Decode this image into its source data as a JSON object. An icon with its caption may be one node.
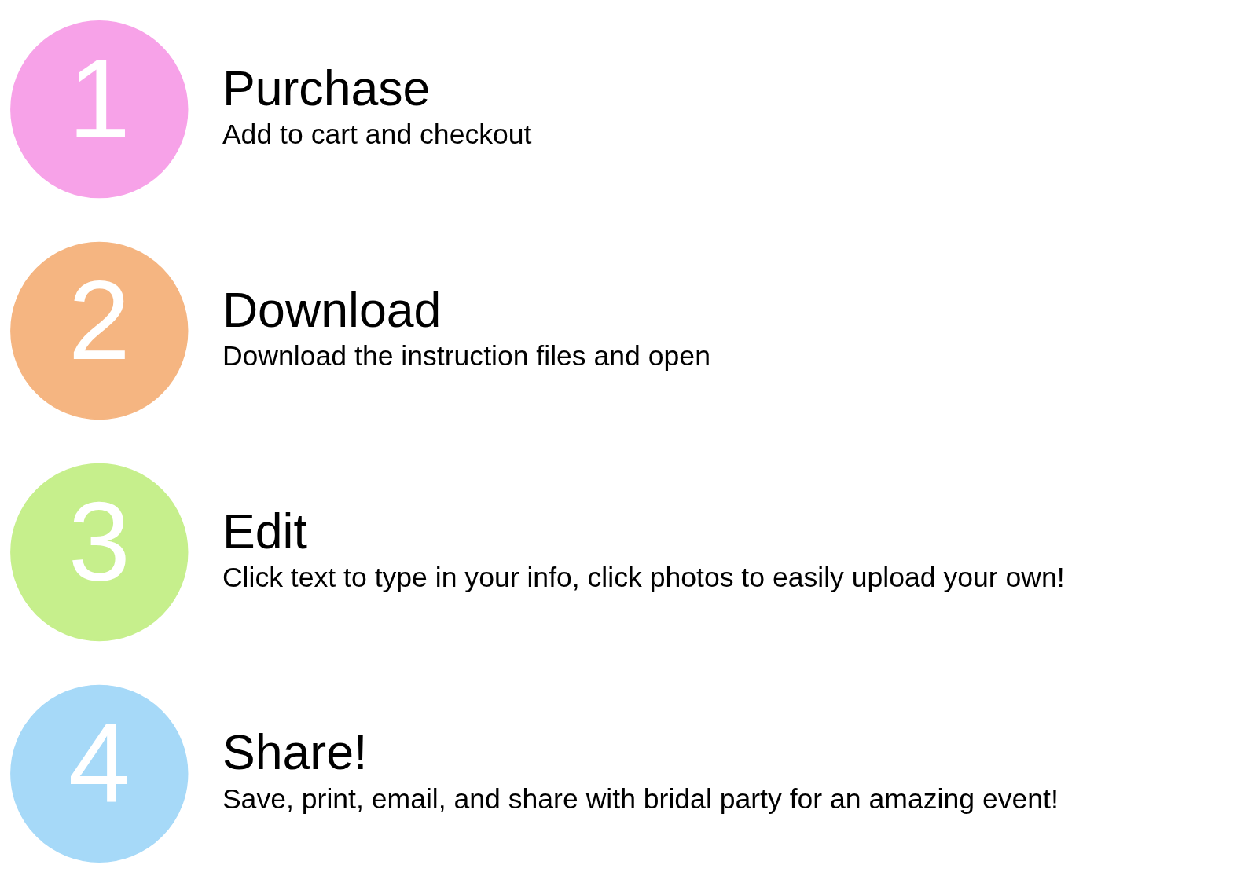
{
  "diagram": {
    "nodes": [
      {
        "text": [
          "1"
        ],
        "beside": [
          "Purchase",
          "Add to cart and checkout"
        ]
      },
      {
        "text": [
          "2"
        ],
        "beside": [
          "Download",
          "Download the instruction files and open"
        ]
      },
      {
        "text": [
          "3"
        ],
        "beside": [
          "Edit",
          "Click text to type in your info, click photos to easily upload your own!"
        ]
      },
      {
        "text": [
          "4"
        ],
        "beside": [
          "Share!",
          "Save, print, email, and share with bridal party for an amazing event!"
        ]
      }
    ]
  }
}
